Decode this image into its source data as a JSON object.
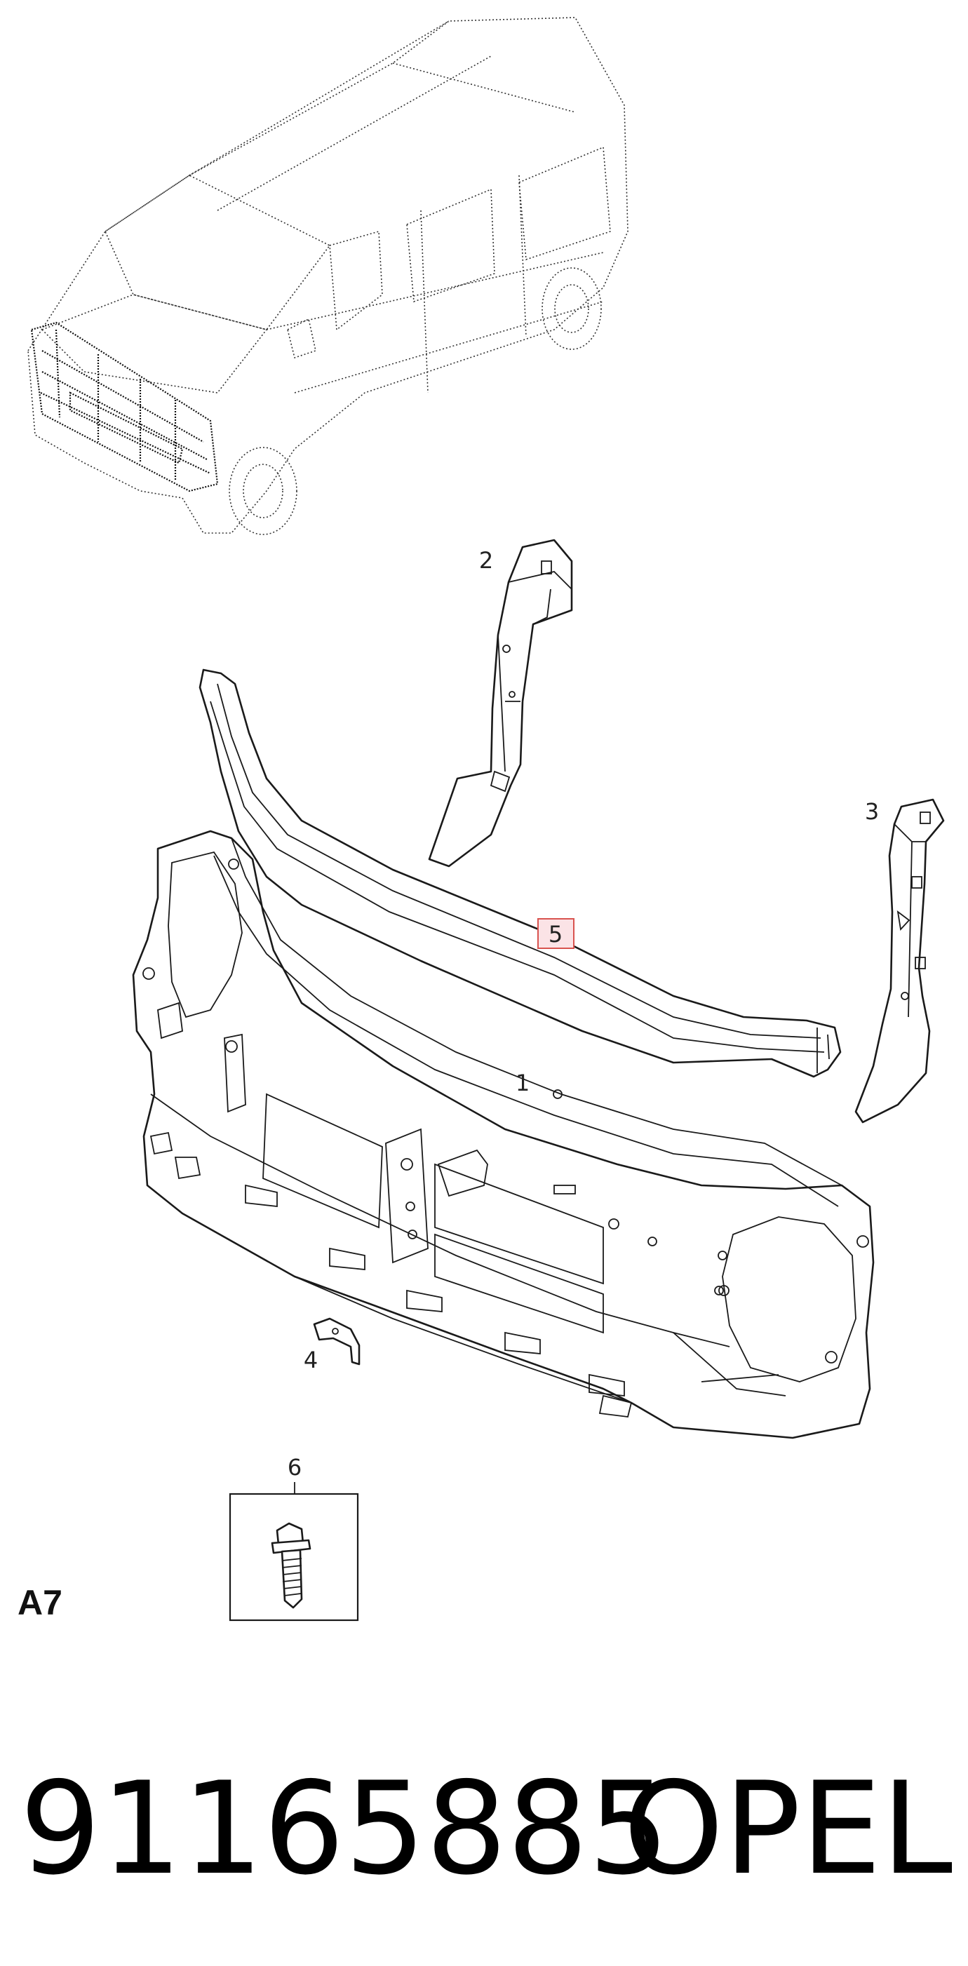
{
  "callouts": {
    "c1": "1",
    "c2": "2",
    "c3": "3",
    "c4": "4",
    "c5": "5",
    "c6": "6"
  },
  "reference_code": "A7",
  "footer": {
    "part_number": "91165885",
    "brand": "OPEL"
  },
  "colors": {
    "highlight_fill": "#fbe3e6",
    "highlight_stroke": "#d9534f",
    "line": "#1a1a1a"
  }
}
